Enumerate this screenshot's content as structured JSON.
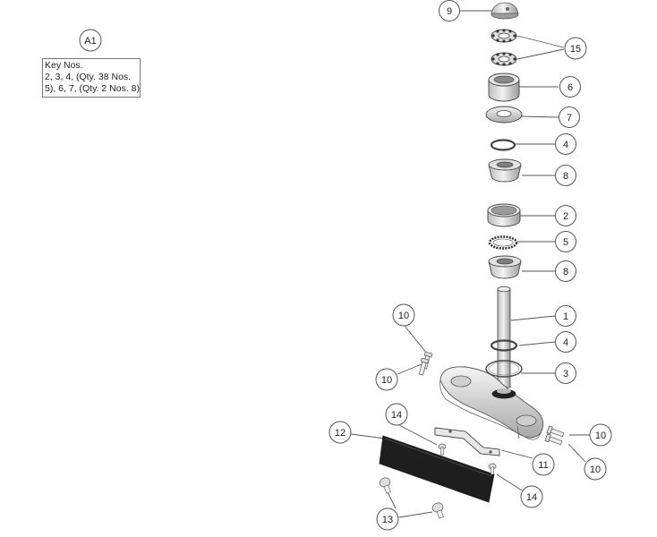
{
  "sheet_label": "A1",
  "key_note": {
    "line1": "Key Nos.",
    "line2": "2, 3, 4, (Qty. 38 Nos.",
    "line3": "5), 6, 7, (Qty. 2 Nos. 8)"
  },
  "callouts": [
    {
      "id": "c-9",
      "label": "9"
    },
    {
      "id": "c-15",
      "label": "15"
    },
    {
      "id": "c-6",
      "label": "6"
    },
    {
      "id": "c-7",
      "label": "7"
    },
    {
      "id": "c-4a",
      "label": "4"
    },
    {
      "id": "c-8a",
      "label": "8"
    },
    {
      "id": "c-2",
      "label": "2"
    },
    {
      "id": "c-5",
      "label": "5"
    },
    {
      "id": "c-8b",
      "label": "8"
    },
    {
      "id": "c-1",
      "label": "1"
    },
    {
      "id": "c-4b",
      "label": "4"
    },
    {
      "id": "c-3",
      "label": "3"
    },
    {
      "id": "c-10a",
      "label": "10"
    },
    {
      "id": "c-10b",
      "label": "10"
    },
    {
      "id": "c-10c",
      "label": "10"
    },
    {
      "id": "c-10d",
      "label": "10"
    },
    {
      "id": "c-12",
      "label": "12"
    },
    {
      "id": "c-14a",
      "label": "14"
    },
    {
      "id": "c-11",
      "label": "11"
    },
    {
      "id": "c-14b",
      "label": "14"
    },
    {
      "id": "c-13",
      "label": "13"
    }
  ]
}
